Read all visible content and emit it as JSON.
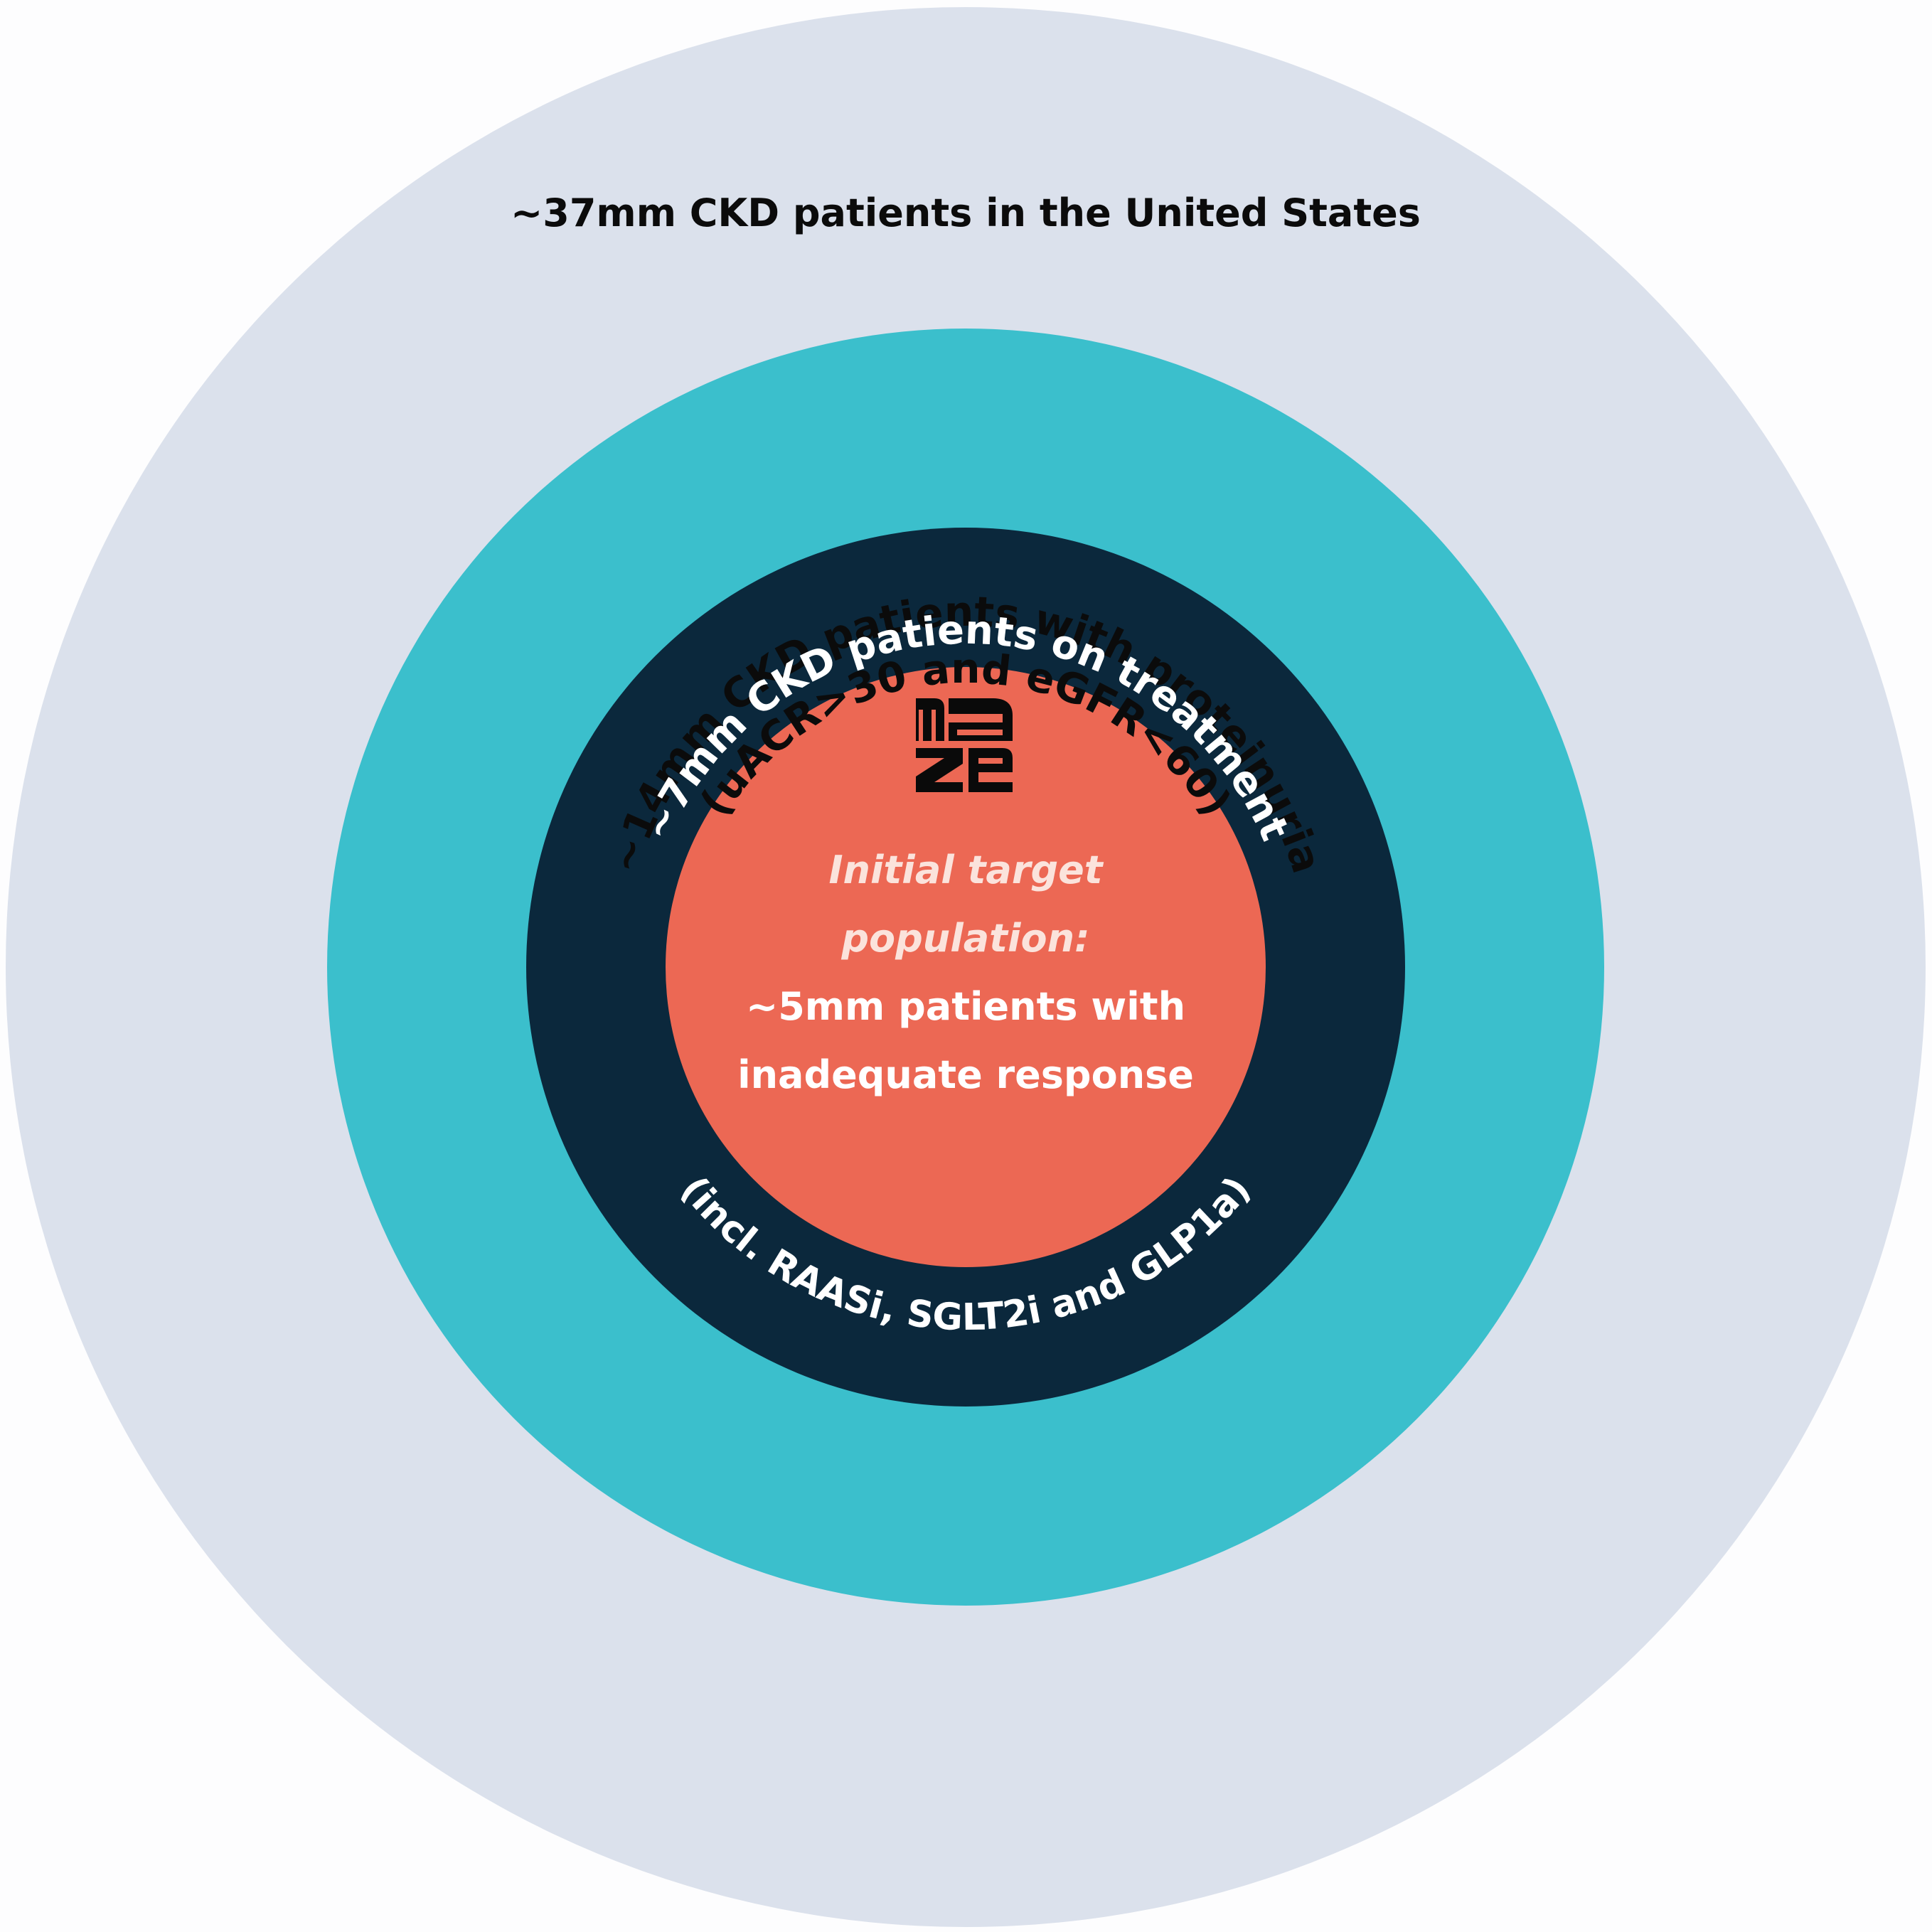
{
  "colors": {
    "outer": "#dbe1ec",
    "teal": "#3bbfcc",
    "navy": "#0b283c",
    "coral": "#ec6854",
    "text_dark": "#0b0b0b",
    "text_light": "#ffffff"
  },
  "rings": {
    "outer": {
      "label": "~37mm CKD patients in the United States"
    },
    "proteinuria": {
      "line1": "~14mm CKD patients with proteinuria",
      "line2": "(uACR>30 and eGFR<60)"
    },
    "treatment": {
      "top_label": "~7mm CKD patients on treatment",
      "bottom_label": "(incl. RAASi, SGLT2i and GLP1a)"
    }
  },
  "center": {
    "logo": "Maze logo",
    "line1": "Initial target",
    "line2": "population:",
    "line3": "~5mm patients with",
    "line4": "inadequate response"
  }
}
